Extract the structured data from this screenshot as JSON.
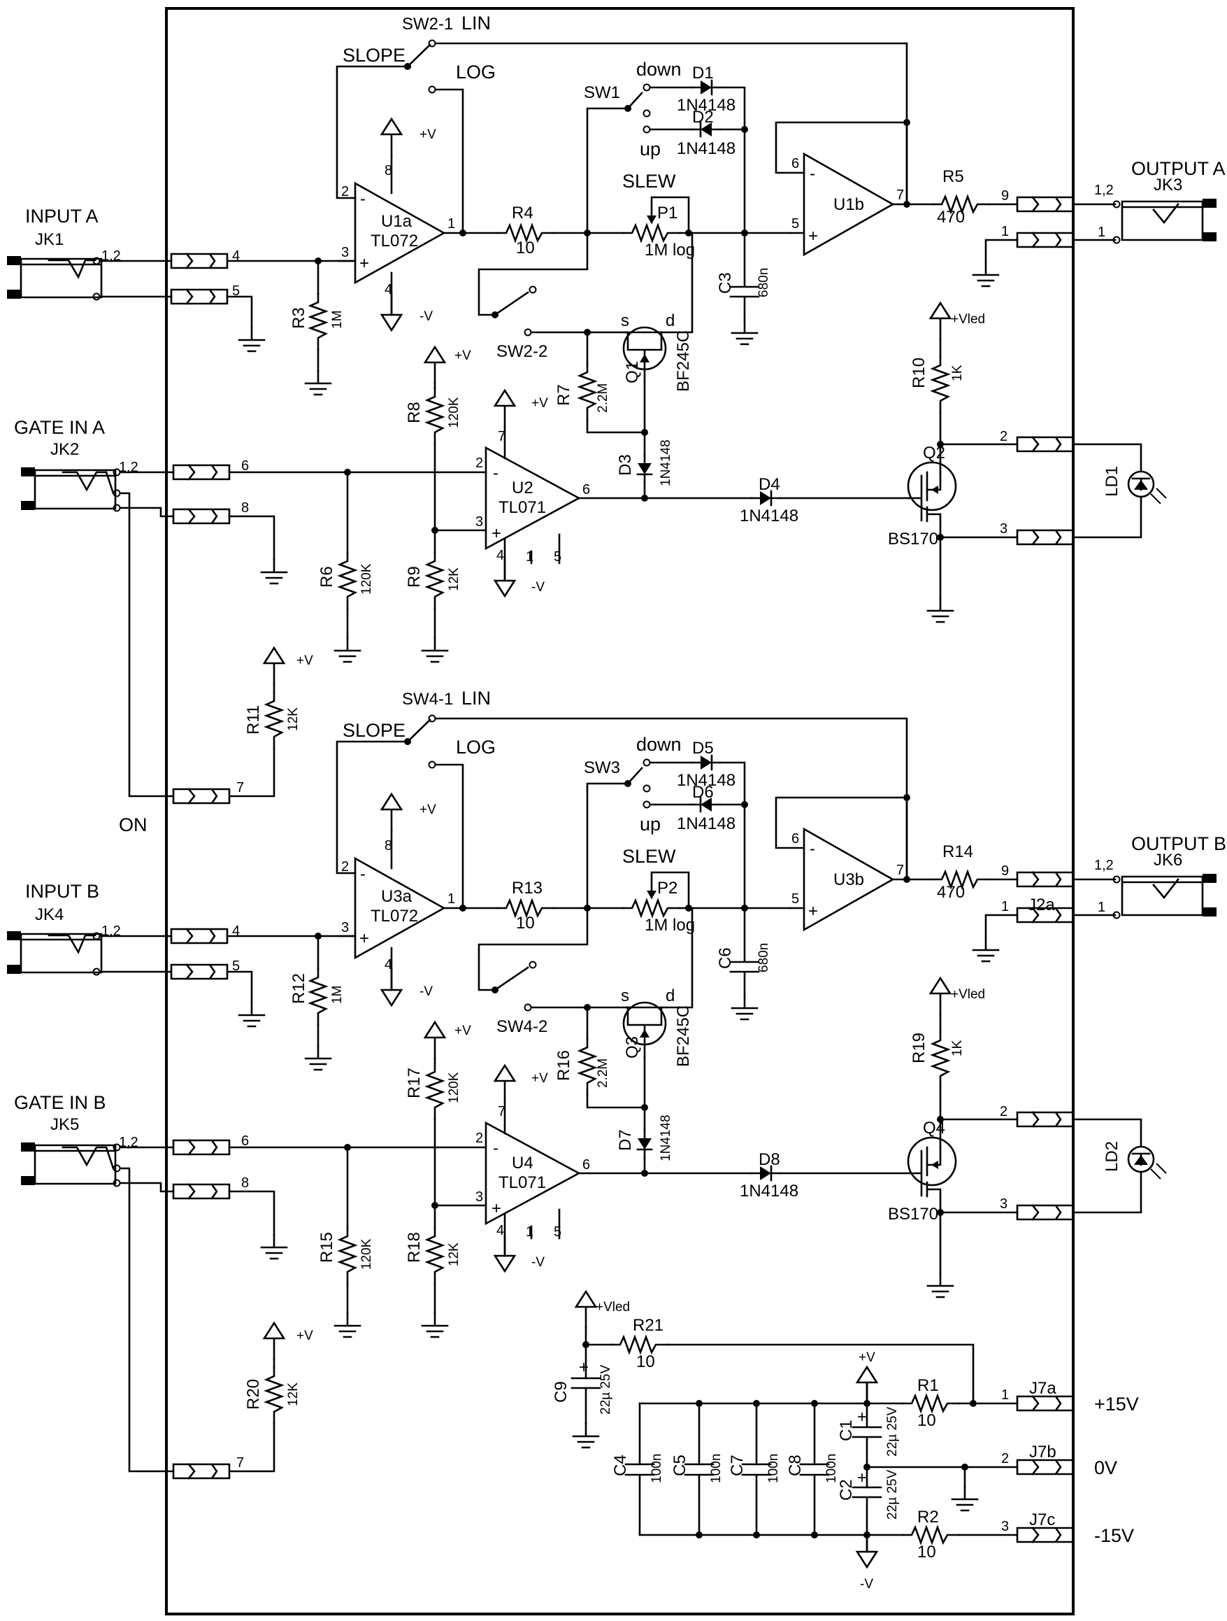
{
  "channels": [
    {
      "input_label": "INPUT A",
      "input_jack": "JK1",
      "gate_label": "GATE IN A",
      "gate_jack": "JK2",
      "output_label": "OUTPUT A",
      "output_jack": "JK3",
      "output_conn": "",
      "slope_switch": "SW2-1",
      "slope_label": "SLOPE",
      "lin_label": "LIN",
      "log_label": "LOG",
      "dir_switch": "SW1",
      "down_label": "down",
      "up_label": "up",
      "sw_pole2": "SW2-2",
      "slew_label": "SLEW",
      "pot": "P1",
      "pot_value": "1M log",
      "opamp1": "U1a",
      "opamp1_type": "TL072",
      "opamp2": "U1b",
      "comparator": "U2",
      "comparator_type": "TL071",
      "res_in": "R3",
      "res_in_value": "1M",
      "res_series": "R4",
      "res_series_value": "10",
      "res_out": "R5",
      "res_out_value": "470",
      "res_jfet": "R7",
      "res_jfet_value": "2.2M",
      "res_div_top": "R8",
      "res_div_top_value": "120K",
      "res_div_bot": "R9",
      "res_div_bot_value": "12K",
      "res_gate": "R6",
      "res_gate_value": "120K",
      "res_led": "R10",
      "res_led_value": "1K",
      "res_norm": "R11",
      "res_norm_value": "12K",
      "cap": "C3",
      "cap_value": "680n",
      "diode_down": "D1",
      "diode_up": "D2",
      "diode_type": "1N4148",
      "diode_gate": "D3",
      "diode_led": "D4",
      "jfet": "Q1",
      "jfet_type": "BF245C",
      "mosfet": "Q2",
      "mosfet_type": "BS170",
      "led": "LD1",
      "on_label": "ON"
    },
    {
      "input_label": "INPUT B",
      "input_jack": "JK4",
      "gate_label": "GATE IN B",
      "gate_jack": "JK5",
      "output_label": "OUTPUT B",
      "output_jack": "JK6",
      "output_conn": "J2a",
      "slope_switch": "SW4-1",
      "slope_label": "SLOPE",
      "lin_label": "LIN",
      "log_label": "LOG",
      "dir_switch": "SW3",
      "down_label": "down",
      "up_label": "up",
      "sw_pole2": "SW4-2",
      "slew_label": "SLEW",
      "pot": "P2",
      "pot_value": "1M log",
      "opamp1": "U3a",
      "opamp1_type": "TL072",
      "opamp2": "U3b",
      "comparator": "U4",
      "comparator_type": "TL071",
      "res_in": "R12",
      "res_in_value": "1M",
      "res_series": "R13",
      "res_series_value": "10",
      "res_out": "R14",
      "res_out_value": "470",
      "res_jfet": "R16",
      "res_jfet_value": "2.2M",
      "res_div_top": "R17",
      "res_div_top_value": "120K",
      "res_div_bot": "R18",
      "res_div_bot_value": "12K",
      "res_gate": "R15",
      "res_gate_value": "120K",
      "res_led": "R19",
      "res_led_value": "1K",
      "res_norm": "R20",
      "res_norm_value": "12K",
      "cap": "C6",
      "cap_value": "680n",
      "diode_down": "D5",
      "diode_up": "D6",
      "diode_type": "1N4148",
      "diode_gate": "D7",
      "diode_led": "D8",
      "jfet": "Q3",
      "jfet_type": "BF245C",
      "mosfet": "Q4",
      "mosfet_type": "BS170",
      "led": "LD2",
      "on_label": ""
    }
  ],
  "power": {
    "vpos": "+V",
    "vneg": "-V",
    "vled": "+Vled",
    "res_led": "R21",
    "res_led_value": "10",
    "cap_led": "C9",
    "cap_led_value": "22µ 25V",
    "res_pos": "R1",
    "res_pos_value": "10",
    "res_neg": "R2",
    "res_neg_value": "10",
    "cap_pos": "C1",
    "cap_pos_value": "22µ 25V",
    "cap_neg": "C2",
    "cap_neg_value": "22µ 25V",
    "decoupling": [
      {
        "name": "C4",
        "value": "100n"
      },
      {
        "name": "C5",
        "value": "100n"
      },
      {
        "name": "C7",
        "value": "100n"
      },
      {
        "name": "C8",
        "value": "100n"
      }
    ],
    "rails": [
      {
        "conn": "J7a",
        "pin": "1",
        "label": "+15V"
      },
      {
        "conn": "J7b",
        "pin": "2",
        "label": "0V"
      },
      {
        "conn": "J7c",
        "pin": "3",
        "label": "-15V"
      }
    ]
  },
  "pins": {
    "p1": "1",
    "p2": "2",
    "p3": "3",
    "p4": "4",
    "p5": "5",
    "p6": "6",
    "p7": "7",
    "p8": "8",
    "p9": "9",
    "p12": "1,2",
    "minus": "-",
    "plus": "+",
    "s": "s",
    "d": "d"
  }
}
